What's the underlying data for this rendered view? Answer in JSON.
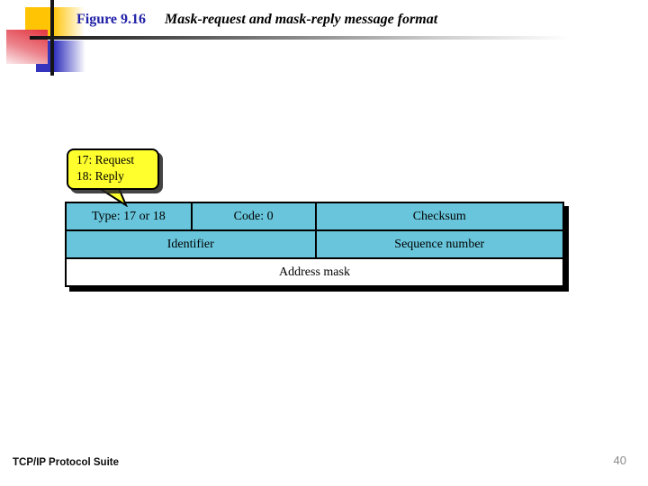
{
  "slide": {
    "figure_label": "Figure 9.16",
    "figure_title": "Mask-request and mask-reply message format",
    "footer_text": "TCP/IP Protocol Suite",
    "page_number": "40"
  },
  "callout": {
    "line1": "17: Request",
    "line2": "18: Reply"
  },
  "message_format": {
    "fields": {
      "type": "Type: 17 or 18",
      "code": "Code: 0",
      "checksum": "Checksum",
      "identifier": "Identifier",
      "sequence_number": "Sequence number",
      "address_mask": "Address mask"
    }
  },
  "colors": {
    "field_fill": "#68c5db",
    "callout_fill": "#ffff2e",
    "figure_label_color": "#2121a8",
    "page_number_color": "#8a8a8a"
  }
}
